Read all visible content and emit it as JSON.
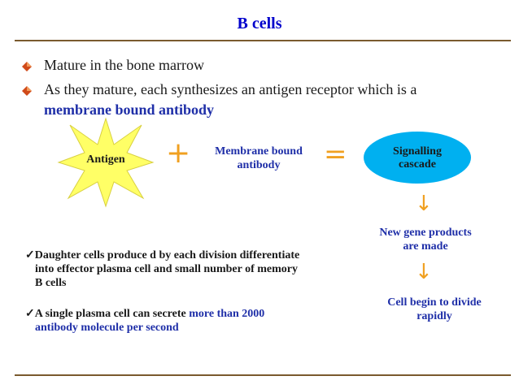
{
  "title": "B cells",
  "bullets": [
    "Mature in the bone marrow",
    "As they mature, each synthesizes an antigen receptor which is a"
  ],
  "bullet2_emphasis": "membrane bound antibody",
  "diagram": {
    "antigen": "Antigen",
    "plus": "+",
    "membrane_line1": "Membrane bound",
    "membrane_line2": "antibody",
    "equals": "=",
    "signal_line1": "Signalling",
    "signal_line2": "cascade",
    "arrow": "↓",
    "newgene_line1": "New gene products",
    "newgene_line2": "are made",
    "divide_line1": "Cell begin to divide",
    "divide_line2": "rapidly"
  },
  "points": {
    "check": "✓",
    "p1_line1": "Daughter cells produce d by each division  differentiate",
    "p1_line2": "into effector plasma cell and small number of memory",
    "p1_line3": "B cells",
    "p2_line1_start": "A single plasma cell can secrete ",
    "p2_line1_blue": "more than 2000",
    "p2_line2": "antibody molecule per second"
  },
  "colors": {
    "title": "#0000cc",
    "accent_text": "#1f2fa8",
    "operator": "#f0a020",
    "star_fill": "#ffff66",
    "ellipse_fill": "#00b0f0",
    "rule": "#7a5a2e"
  }
}
